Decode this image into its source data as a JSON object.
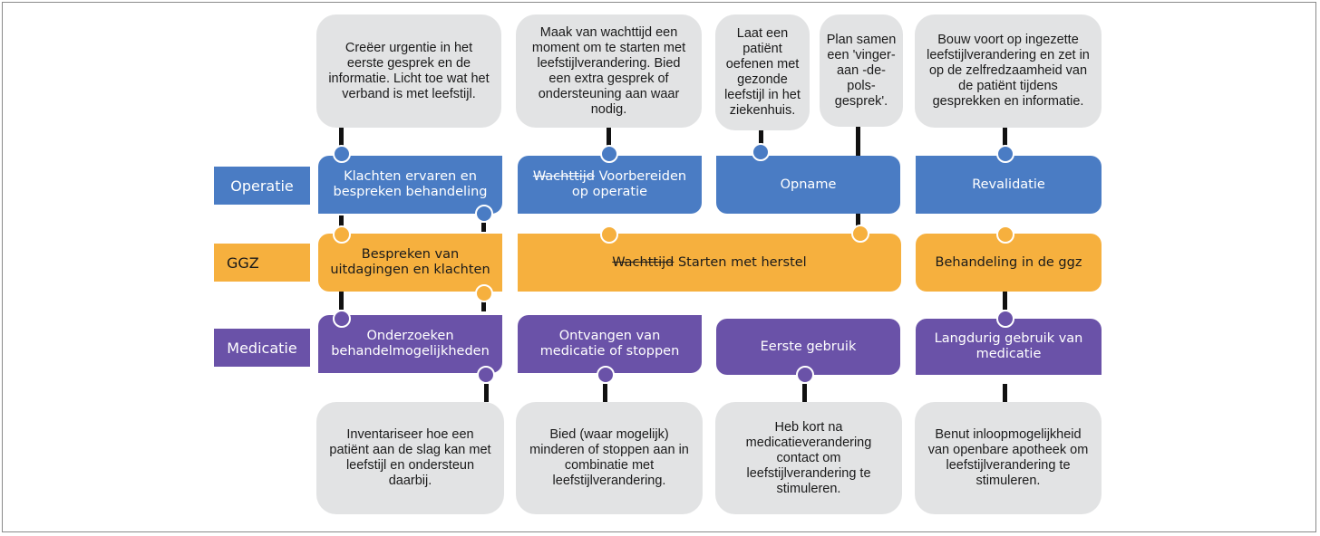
{
  "labels": {
    "operatie": "Operatie",
    "ggz": "GGZ",
    "medicatie": "Medicatie"
  },
  "operatie": {
    "box1": "Klachten ervaren en bespreken behandeling",
    "box2_struck": "Wachttijd",
    "box2": " Voorbereiden op operatie",
    "box3": "Opname",
    "box4": "Revalidatie"
  },
  "ggz": {
    "box1": "Bespreken van uitdagingen en klachten",
    "box2_struck": "Wachttijd",
    "box2": " Starten met herstel",
    "box3": "Behandeling in de ggz"
  },
  "medicatie": {
    "box1": "Onderzoeken behandelmogelijkheden",
    "box2": "Ontvangen van medicatie of stoppen",
    "box3": "Eerste gebruik",
    "box4": "Langdurig gebruik van medicatie"
  },
  "top_callouts": [
    "Creëer urgentie in het eerste gesprek en de informatie. Licht toe wat het verband is met leefstijl.",
    "Maak van wachttijd een moment om te starten met leefstijlverandering. Bied een extra gesprek of ondersteuning aan waar nodig.",
    "Laat een patiënt oefenen met gezonde leefstijl in het ziekenhuis.",
    "Plan samen een 'vinger-aan -de-pols-gesprek'.",
    "Bouw voort op ingezette leefstijlverandering en zet in op de zelfredzaamheid van de patiënt tijdens gesprekken en informatie."
  ],
  "bottom_callouts": [
    "Inventariseer hoe een patiënt aan de slag kan met leefstijl en ondersteun daarbij.",
    "Bied (waar mogelijk) minderen of stoppen aan in combinatie met leefstijlverandering.",
    "Heb kort na medicatieverandering contact om leefstijlverandering te stimuleren.",
    "Benut inloopmogelijkheid van openbare apotheek om leefstijlverandering te stimuleren."
  ],
  "colors": {
    "operatie": "#4a7cc4",
    "ggz": "#f6b03e",
    "medicatie": "#6a52a8",
    "callout": "#e2e3e4"
  }
}
